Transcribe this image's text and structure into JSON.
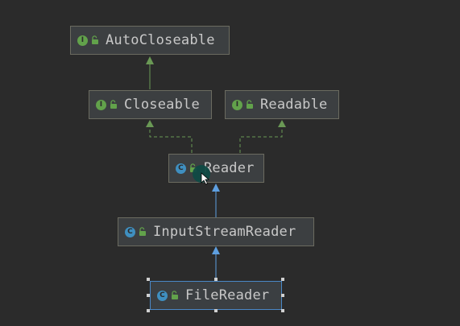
{
  "diagram": {
    "nodes": [
      {
        "id": "autocloseable",
        "label": "AutoCloseable",
        "kind": "interface",
        "kind_letter": "I"
      },
      {
        "id": "closeable",
        "label": "Closeable",
        "kind": "interface",
        "kind_letter": "I"
      },
      {
        "id": "readable",
        "label": "Readable",
        "kind": "interface",
        "kind_letter": "I"
      },
      {
        "id": "reader",
        "label": "Reader",
        "kind": "class",
        "kind_letter": "C"
      },
      {
        "id": "inputstreamreader",
        "label": "InputStreamReader",
        "kind": "class",
        "kind_letter": "C"
      },
      {
        "id": "filereader",
        "label": "FileReader",
        "kind": "class",
        "kind_letter": "C",
        "selected": true
      }
    ],
    "edges": [
      {
        "from": "closeable",
        "to": "autocloseable",
        "type": "interface-extends"
      },
      {
        "from": "reader",
        "to": "closeable",
        "type": "implements"
      },
      {
        "from": "reader",
        "to": "readable",
        "type": "implements"
      },
      {
        "from": "inputstreamreader",
        "to": "reader",
        "type": "extends"
      },
      {
        "from": "filereader",
        "to": "inputstreamreader",
        "type": "extends"
      }
    ],
    "colors": {
      "background": "#2b2b2b",
      "node_fill": "#3c3f41",
      "node_border": "#6b6b60",
      "selected_border": "#4a88c7",
      "interface_icon": "#62a24b",
      "class_icon": "#3f8fc0",
      "interface_edge": "#6a9955",
      "class_edge": "#5e9fe0"
    }
  }
}
